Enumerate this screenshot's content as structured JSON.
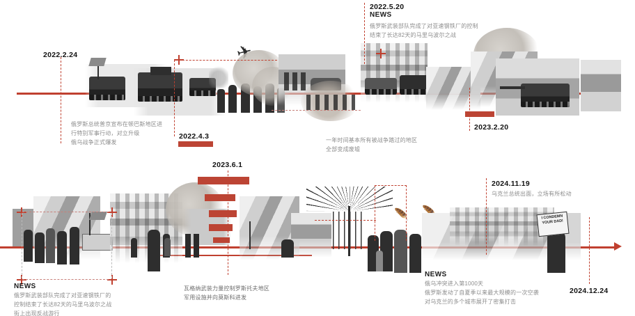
{
  "poster": {
    "accent_red": "#BC4434",
    "axis_red": "#C0402F",
    "body_grey": "#8d8d8d",
    "title_black": "#131313"
  },
  "top_row": {
    "events": [
      {
        "id": "e1",
        "date": "2022.2.24",
        "news_label": "",
        "body": "俄罗斯总统普京宣布在顿巴斯地区进\n行特别军事行动，对立升级\n俄乌战争正式爆发"
      },
      {
        "id": "e2",
        "date": "2022.4.3",
        "news_label": "",
        "body": ""
      },
      {
        "id": "e3",
        "date": "2022.5.20",
        "news_label": "NEWS",
        "body": "俄罗斯武装部队完成了对亚速钢铁厂的控制\n结束了长达82天的马里乌波尔之战"
      },
      {
        "id": "e4",
        "date": "",
        "news_label": "",
        "body": "一年时间基本所有被战争踏过的地区\n全部变成废墟"
      },
      {
        "id": "e5",
        "date": "2023.2.20",
        "news_label": "",
        "body": ""
      }
    ]
  },
  "bottom_row": {
    "events": [
      {
        "id": "e6",
        "date": "",
        "news_label": "NEWS",
        "body": "俄罗斯武装部队完成了对亚速钢铁厂的\n控制结束了长达82天的马里乌波尔之战\n街上出现反战游行"
      },
      {
        "id": "e7",
        "date": "2023.6.1",
        "news_label": "",
        "body": "瓦格纳武装力量控制罗斯托夫地区\n军用设施并向莫斯科进发"
      },
      {
        "id": "e8",
        "date": "2024.11.19",
        "news_label": "",
        "body": "乌克兰总统出面，立场有所松动"
      },
      {
        "id": "e9",
        "date": "",
        "news_label": "NEWS",
        "body": "俄乌冲突进入第1000天\n俄罗斯发动了自夏季以来最大规模的一次空袭\n对乌克兰的多个城市展开了密集打击"
      },
      {
        "id": "e10",
        "date": "2024.12.24",
        "news_label": "",
        "body": ""
      }
    ]
  },
  "protest_sign": {
    "line1": "I CONDEMN",
    "line2": "YOUR DAD!"
  },
  "bar_stack": {
    "label": "2023.6.1",
    "widths": [
      74,
      44,
      40,
      34,
      24
    ]
  }
}
